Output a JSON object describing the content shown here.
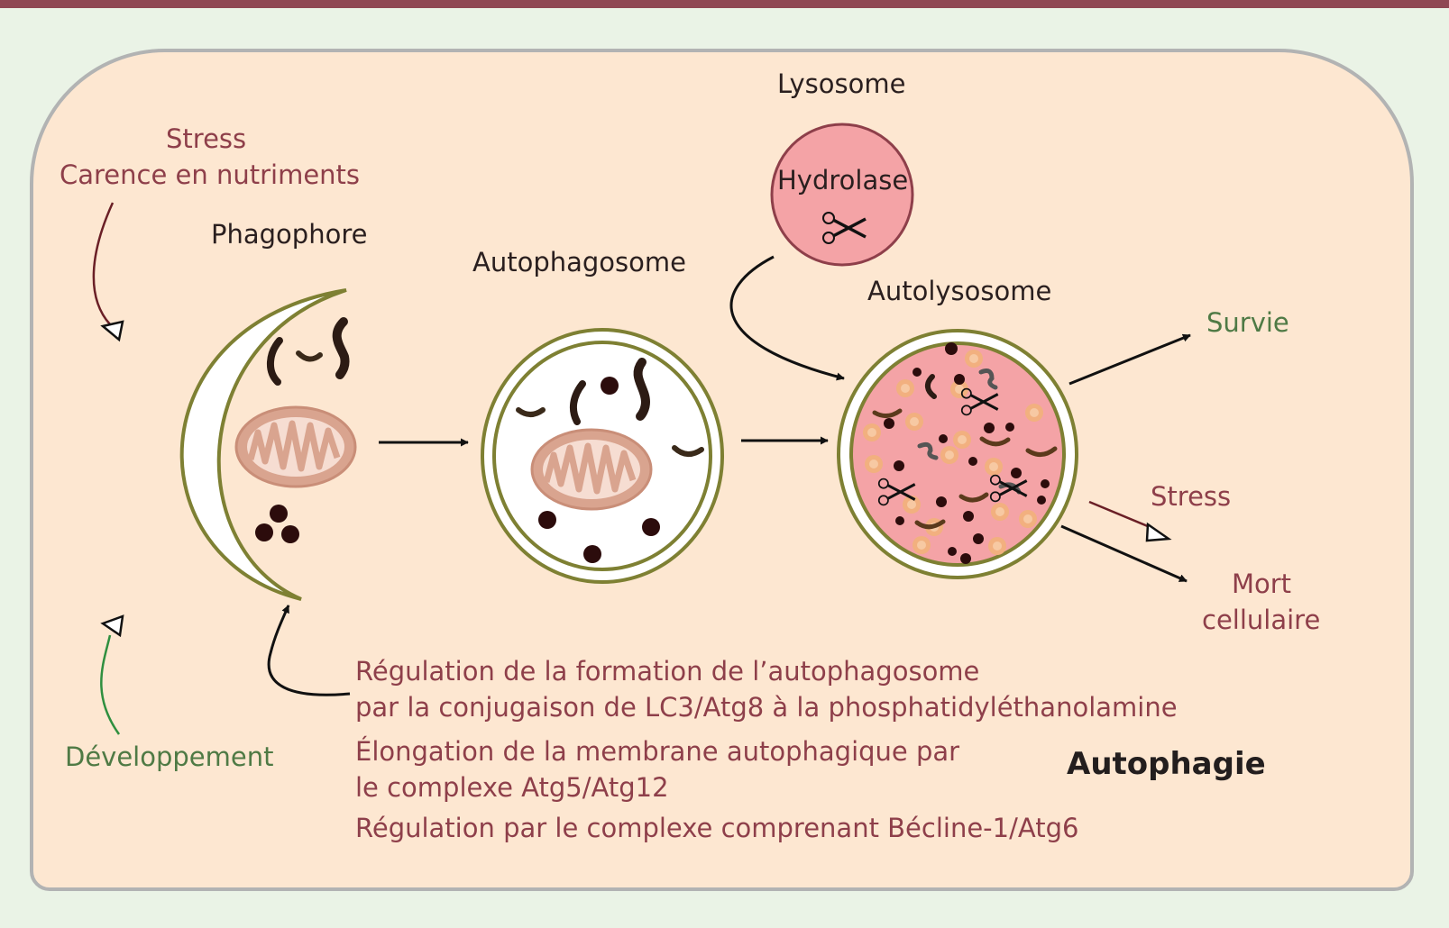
{
  "labels": {
    "stress_top": "Stress",
    "carence": "Carence en nutriments",
    "phagophore": "Phagophore",
    "autophagosome": "Autophagosome",
    "lysosome": "Lysosome",
    "hydrolase": "Hydrolase",
    "autolysosome": "Autolysosome",
    "survie": "Survie",
    "stress_right": "Stress",
    "mort_line1": "Mort",
    "mort_line2": "cellulaire",
    "developpement": "Développement",
    "title": "Autophagie"
  },
  "regulation": {
    "line1": "Régulation de la formation de l’autophagosome",
    "line2": "par la conjugaison de LC3/Atg8 à la phosphatidyléthanolamine",
    "line3": "Élongation de la membrane autophagique par",
    "line4": "le complexe Atg5/Atg12",
    "line5": "Régulation par le complexe comprenant Bécline-1/Atg6"
  },
  "colors": {
    "frame_bg": "#fde7d1",
    "outer_bg": "#eaf3e6",
    "membrane": "#7e8033",
    "lysosome_fill": "#f4a3a6",
    "text_red": "#8e3f4a",
    "text_green": "#4f7a45"
  }
}
